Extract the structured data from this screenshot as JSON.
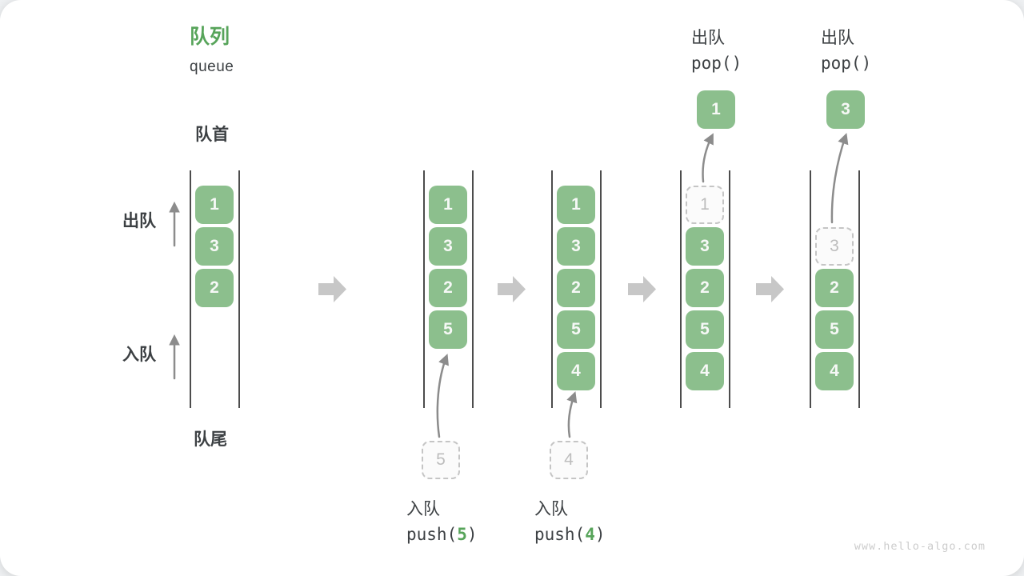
{
  "title": {
    "zh": "队列",
    "en": "queue"
  },
  "side_labels": {
    "front": "队首",
    "rear": "队尾",
    "dequeue": "出队",
    "enqueue": "入队"
  },
  "states": [
    {
      "slots": [
        {
          "v": "1",
          "t": "solid"
        },
        {
          "v": "3",
          "t": "solid"
        },
        {
          "v": "2",
          "t": "solid"
        }
      ]
    },
    {
      "slots": [
        {
          "v": "1",
          "t": "solid"
        },
        {
          "v": "3",
          "t": "solid"
        },
        {
          "v": "2",
          "t": "solid"
        },
        {
          "v": "5",
          "t": "solid"
        }
      ],
      "incoming": {
        "v": "5"
      },
      "op_bottom": {
        "label": "入队",
        "code_pre": "push(",
        "code_arg": "5",
        "code_post": ")"
      }
    },
    {
      "slots": [
        {
          "v": "1",
          "t": "solid"
        },
        {
          "v": "3",
          "t": "solid"
        },
        {
          "v": "2",
          "t": "solid"
        },
        {
          "v": "5",
          "t": "solid"
        },
        {
          "v": "4",
          "t": "solid"
        }
      ],
      "incoming": {
        "v": "4"
      },
      "op_bottom": {
        "label": "入队",
        "code_pre": "push(",
        "code_arg": "4",
        "code_post": ")"
      }
    },
    {
      "slots": [
        {
          "v": "1",
          "t": "dashed"
        },
        {
          "v": "3",
          "t": "solid"
        },
        {
          "v": "2",
          "t": "solid"
        },
        {
          "v": "5",
          "t": "solid"
        },
        {
          "v": "4",
          "t": "solid"
        }
      ],
      "outgoing": {
        "v": "1"
      },
      "op_top": {
        "label": "出队",
        "code": "pop()"
      }
    },
    {
      "slots": [
        {
          "v": "",
          "t": "empty"
        },
        {
          "v": "3",
          "t": "dashed"
        },
        {
          "v": "2",
          "t": "solid"
        },
        {
          "v": "5",
          "t": "solid"
        },
        {
          "v": "4",
          "t": "solid"
        }
      ],
      "outgoing": {
        "v": "3"
      },
      "op_top": {
        "label": "出队",
        "code": "pop()"
      }
    }
  ],
  "watermark": "www.hello-algo.com",
  "colors": {
    "element_green": "#8CBF8D",
    "title_green": "#57A45A",
    "text_dark": "#3C4043",
    "wall": "#4D4D4D",
    "arrow": "#8C8C8C",
    "big_arrow": "#C7C7C7",
    "dashed_border": "#C5C5C5",
    "dashed_text": "#BDBDBD",
    "watermark_gray": "#CCCCCC"
  }
}
